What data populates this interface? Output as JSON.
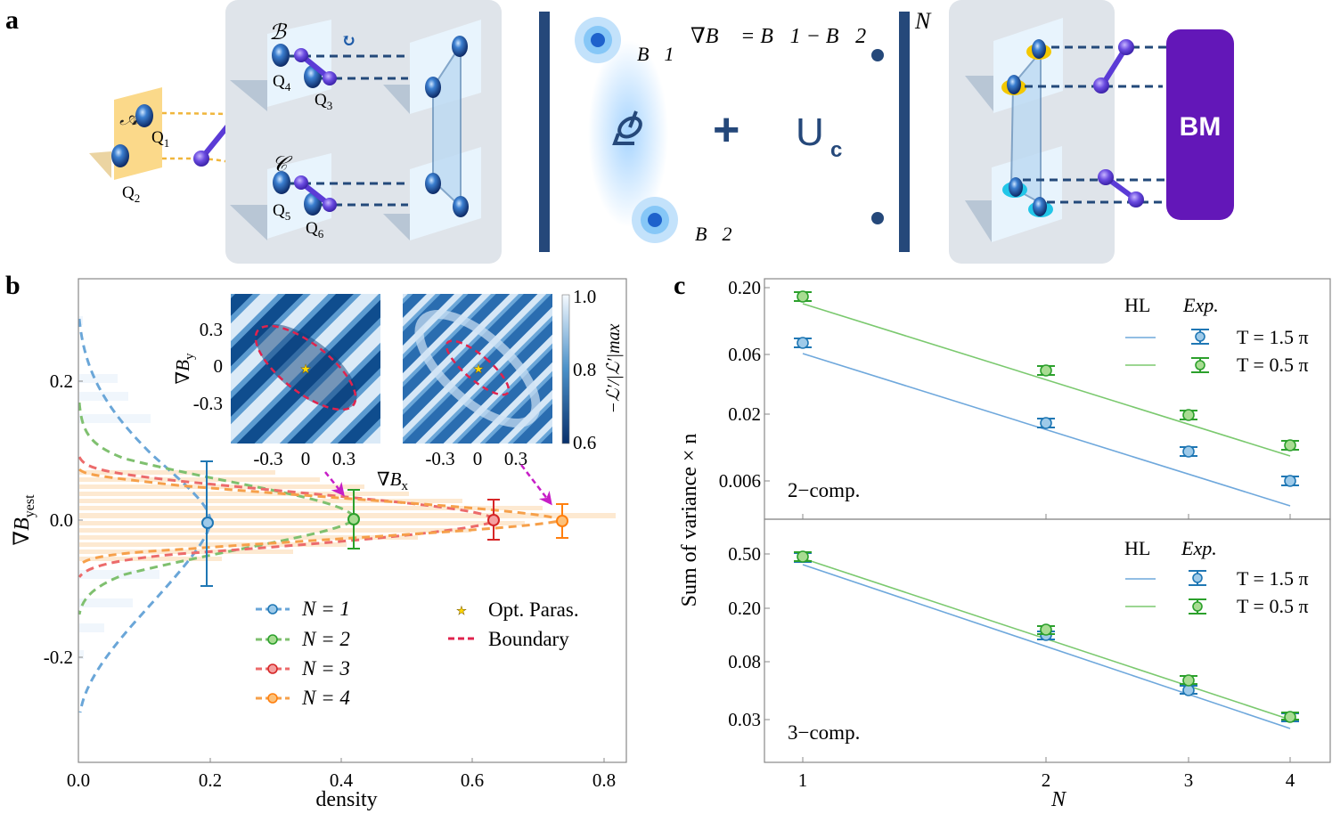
{
  "figure": {
    "panel_a": {
      "letter": "a",
      "region_labels": [
        "𝒜",
        "ℬ",
        "𝒞"
      ],
      "qubits": [
        "Q1",
        "Q2",
        "Q3",
        "Q4",
        "Q5",
        "Q6"
      ],
      "equation": "∇B⃗ = B⃗1 − B⃗2",
      "field_labels": [
        "B⃗1",
        "B⃗2"
      ],
      "plus": "+",
      "unitary": "U",
      "unitary_sub": "c",
      "power": "N",
      "measurement": "BM"
    },
    "panel_b": {
      "letter": "b",
      "ylabel": "∇B",
      "ylabel_sub": "yest",
      "xlabel": "density",
      "xticks": [
        "0.0",
        "0.2",
        "0.4",
        "0.6",
        "0.8"
      ],
      "yticks": [
        "0.2",
        "0.0",
        "-0.2"
      ],
      "inset": {
        "ylabel": "∇B",
        "ylabel_sub": "y",
        "xlabel": "∇B",
        "xlabel_sub": "x",
        "ticks": [
          "-0.3",
          "0",
          "0.3"
        ],
        "colorbar_ticks": [
          "1.0",
          "0.8",
          "0.6"
        ],
        "colorbar_label": "−ℒ′/|ℒ′|max"
      },
      "legend": [
        {
          "label": "N = 1",
          "color": "#1f77b4"
        },
        {
          "label": "N = 2",
          "color": "#2ca02c"
        },
        {
          "label": "N = 3",
          "color": "#d62728"
        },
        {
          "label": "N = 4",
          "color": "#ff7f0e"
        }
      ],
      "legend2": [
        {
          "label": "Opt. Paras.",
          "marker": "star",
          "color": "#ffd700"
        },
        {
          "label": "Boundary",
          "marker": "dashed-line",
          "color": "#e0234e"
        }
      ]
    },
    "panel_c": {
      "letter": "c",
      "ylabel": "Sum of variance × n",
      "xlabel": "N",
      "xticks": [
        "1",
        "2",
        "3",
        "4"
      ],
      "top": {
        "tag": "2−comp.",
        "yticks": [
          "0.20",
          "0.06",
          "0.02",
          "0.006"
        ]
      },
      "bottom": {
        "tag": "3−comp.",
        "yticks": [
          "0.50",
          "0.20",
          "0.08",
          "0.03"
        ]
      },
      "legend": {
        "hl": "HL",
        "exp": "Exp.",
        "rows": [
          {
            "label": "T = 1.5 π",
            "color": "#1f77b4",
            "line": "#6fa8dc"
          },
          {
            "label": "T = 0.5 π",
            "color": "#2ca02c",
            "line": "#7bc96f"
          }
        ]
      }
    }
  },
  "chart_data": [
    {
      "type": "scatter",
      "title": "b: estimated ∇B_y distribution vs density",
      "xlabel": "density",
      "ylabel": "∇B_yest",
      "xlim": [
        0.0,
        0.83
      ],
      "ylim": [
        -0.35,
        0.35
      ],
      "series": [
        {
          "name": "N = 1",
          "x": [
            0.195
          ],
          "y": [
            -0.003
          ],
          "yerr": [
            0.09
          ]
        },
        {
          "name": "N = 2",
          "x": [
            0.42
          ],
          "y": [
            0.001
          ],
          "yerr": [
            0.043
          ]
        },
        {
          "name": "N = 3",
          "x": [
            0.635
          ],
          "y": [
            0.0
          ],
          "yerr": [
            0.03
          ]
        },
        {
          "name": "N = 4",
          "x": [
            0.735
          ],
          "y": [
            -0.001
          ],
          "yerr": [
            0.024
          ]
        }
      ]
    },
    {
      "type": "scatter",
      "title": "c (top): 2-comp.",
      "xlabel": "N",
      "ylabel": "Sum of variance × n",
      "x": [
        1,
        2,
        3,
        4
      ],
      "yscale": "log",
      "series": [
        {
          "name": "HL T = 1.5π",
          "values": [
            0.06,
            0.015,
            0.0067,
            0.0038
          ]
        },
        {
          "name": "HL T = 0.5π",
          "values": [
            0.17,
            0.043,
            0.019,
            0.0105
          ]
        },
        {
          "name": "Exp. T = 1.5π",
          "values": [
            0.072,
            0.016,
            0.0105,
            0.0058
          ]
        },
        {
          "name": "Exp. T = 0.5π",
          "values": [
            0.19,
            0.048,
            0.022,
            0.012
          ]
        }
      ]
    },
    {
      "type": "scatter",
      "title": "c (bottom): 3-comp.",
      "xlabel": "N",
      "ylabel": "Sum of variance × n",
      "x": [
        1,
        2,
        3,
        4
      ],
      "yscale": "log",
      "series": [
        {
          "name": "HL T = 1.5π",
          "values": [
            0.42,
            0.105,
            0.047,
            0.026
          ]
        },
        {
          "name": "HL T = 0.5π",
          "values": [
            0.46,
            0.115,
            0.051,
            0.029
          ]
        },
        {
          "name": "Exp. T = 1.5π",
          "values": [
            0.47,
            0.12,
            0.05,
            0.031
          ]
        },
        {
          "name": "Exp. T = 0.5π",
          "values": [
            0.48,
            0.125,
            0.056,
            0.032
          ]
        }
      ]
    }
  ]
}
